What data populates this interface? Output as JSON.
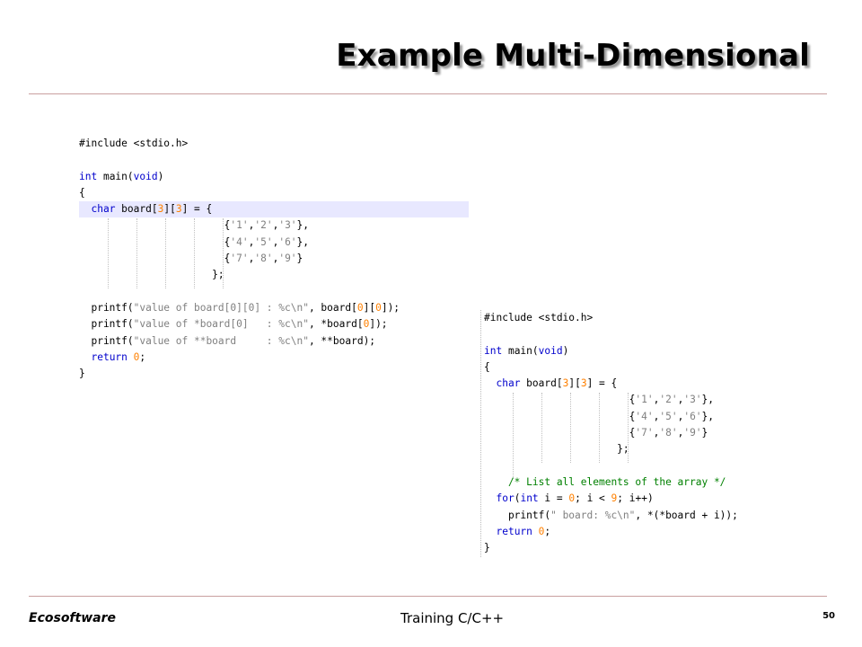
{
  "slide": {
    "title": "Example Multi-Dimensional",
    "footer": {
      "company": "Ecosoftware",
      "course": "Training C/C++",
      "page_number": "50"
    }
  },
  "code_snippet_1": {
    "lines": [
      "#include <stdio.h>",
      "",
      "int main(void)",
      "{",
      "  char board[3][3] = {",
      "                        {'1','2','3'},",
      "                        {'4','5','6'},",
      "                        {'7','8','9'}",
      "                      };",
      "",
      "  printf(\"value of board[0][0] : %c\\n\", board[0][0]);",
      "  printf(\"value of *board[0]   : %c\\n\", *board[0]);",
      "  printf(\"value of **board     : %c\\n\", **board);",
      "  return 0;",
      "}"
    ]
  },
  "code_snippet_2": {
    "lines": [
      "#include <stdio.h>",
      "",
      "int main(void)",
      "{",
      "  char board[3][3] = {",
      "                        {'1','2','3'},",
      "                        {'4','5','6'},",
      "                        {'7','8','9'}",
      "                      };",
      "",
      "    /* List all elements of the array */",
      "  for(int i = 0; i < 9; i++)",
      "    printf(\" board: %c\\n\", *(*board + i));",
      "  return 0;",
      "}"
    ]
  }
}
